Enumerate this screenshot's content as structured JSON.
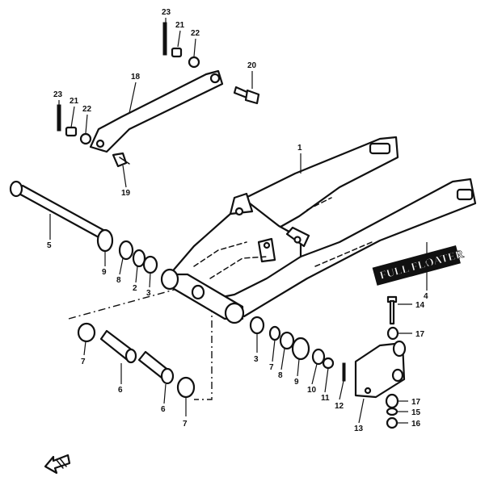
{
  "diagram": {
    "decal_text": "FULL FLOATER",
    "callouts": {
      "c1": "1",
      "c2": "2",
      "c3a": "3",
      "c3b": "3",
      "c4": "4",
      "c5": "5",
      "c6a": "6",
      "c6b": "6",
      "c7a": "7",
      "c7b": "7",
      "c7c": "7",
      "c8a": "8",
      "c8b": "8",
      "c9a": "9",
      "c9b": "9",
      "c10": "10",
      "c11": "11",
      "c12": "12",
      "c13": "13",
      "c14": "14",
      "c15": "15",
      "c16": "16",
      "c17a": "17",
      "c17b": "17",
      "c18": "18",
      "c19": "19",
      "c20": "20",
      "c21a": "21",
      "c21b": "21",
      "c22a": "22",
      "c22b": "22",
      "c23a": "23",
      "c23b": "23"
    },
    "front_arrow_icon": "front-arrow-icon"
  }
}
